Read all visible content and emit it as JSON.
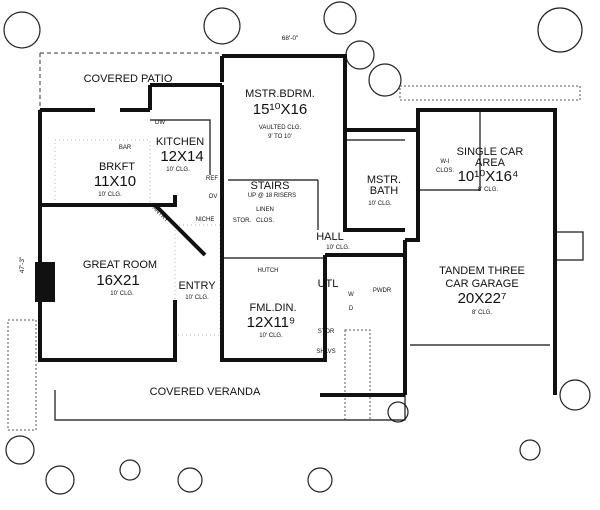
{
  "dimensions": {
    "width_label": "68'-0\"",
    "depth_label": "47'-3\""
  },
  "rooms": {
    "covered_patio": {
      "name": "COVERED PATIO"
    },
    "master_bedroom": {
      "name": "MSTR.BDRM.",
      "size": "15¹⁰X16",
      "ceiling": "VAULTED CLG.",
      "ceiling2": "9' TO 10'"
    },
    "kitchen": {
      "name": "KITCHEN",
      "size": "12X14",
      "ceiling": "10' CLG."
    },
    "breakfast": {
      "name": "BRKFT",
      "size": "11X10",
      "ceiling": "10' CLG."
    },
    "stairs": {
      "name": "STAIRS",
      "note": "UP @ 18 RISERS"
    },
    "master_bath": {
      "name1": "MSTR.",
      "name2": "BATH",
      "ceiling": "10' CLG."
    },
    "walk_in_closet": {
      "name1": "W-I",
      "name2": "CLOS."
    },
    "single_car": {
      "name1": "SINGLE CAR",
      "name2": "AREA",
      "size": "10¹⁰X16⁴",
      "ceiling": "8' CLG."
    },
    "hall": {
      "name": "HALL",
      "ceiling": "10' CLG."
    },
    "great_room": {
      "name": "GREAT ROOM",
      "size": "16X21",
      "ceiling": "10' CLG."
    },
    "entry": {
      "name": "ENTRY",
      "ceiling": "10' CLG."
    },
    "formal_dining": {
      "name": "FML.DIN.",
      "size": "12X11⁹",
      "ceiling": "10' CLG."
    },
    "garage": {
      "name1": "TANDEM THREE",
      "name2": "CAR GARAGE",
      "size": "20X22⁷",
      "ceiling": "8' CLG."
    },
    "covered_veranda": {
      "name": "COVERED VERANDA"
    }
  },
  "fixtures": {
    "dw": "DW",
    "bar": "BAR",
    "ref": "REF",
    "ov": "OV",
    "pantry": "PANTRY",
    "niche": "NICHE",
    "stor": "STOR.",
    "linen1": "LINEN",
    "linen2": "CLOS.",
    "hutch": "HUTCH",
    "utl": "UTL",
    "w": "W",
    "d": "D",
    "pwdr": "PWDR",
    "stor2": "STOR",
    "shlvs": "SHLVS"
  }
}
